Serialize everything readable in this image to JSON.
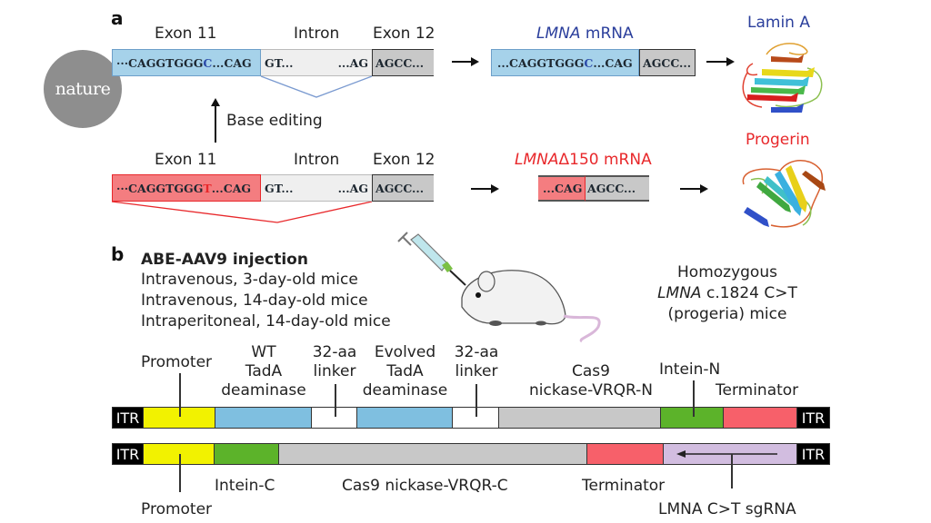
{
  "logo": {
    "text": "nature"
  },
  "panel_a": {
    "letter": "a",
    "wt_gene": {
      "exon11_label": "Exon 11",
      "intron_label": "Intron",
      "exon12_label": "Exon 12",
      "exon11_seq_prefix": "···CAGGTGGG",
      "exon11_seq_base": "C",
      "exon11_seq_suffix": "...CAG",
      "intron_seq_start": "GT...",
      "intron_seq_end": "...AG",
      "exon12_seq": "AGCC..."
    },
    "wt_mrna": {
      "label_italic": "LMNA",
      "label_rest": " mRNA",
      "seq_prefix": "...CAGGTGGG",
      "seq_base": "C",
      "seq_suffix": "...CAG",
      "exon12_seq": "AGCC..."
    },
    "wt_protein": {
      "label": "Lamin A"
    },
    "base_editing_label": "Base editing",
    "mut_gene": {
      "exon11_label": "Exon 11",
      "intron_label": "Intron",
      "exon12_label": "Exon 12",
      "exon11_seq_prefix": "···CAGGTGGG",
      "exon11_seq_base": "T",
      "exon11_seq_suffix": "...CAG",
      "intron_seq_start": "GT...",
      "intron_seq_end": "...AG",
      "exon12_seq": "AGCC..."
    },
    "mut_mrna": {
      "label_italic": "LMNA",
      "label_rest": "Δ150 mRNA",
      "seq_exon11": "...CAG",
      "seq_exon12": "AGCC..."
    },
    "mut_protein": {
      "label": "Progerin"
    }
  },
  "panel_b": {
    "letter": "b",
    "injection": {
      "title": "ABE-AAV9 injection",
      "lines": [
        "Intravenous, 3-day-old mice",
        "Intravenous, 14-day-old mice",
        "Intraperitoneal, 14-day-old mice"
      ]
    },
    "mice": {
      "line1": "Homozygous",
      "line2_italic": "LMNA",
      "line2_rest": " c.1824 C>T",
      "line3": "(progeria) mice"
    },
    "construct_n": {
      "labels": {
        "promoter": "Promoter",
        "wt_tada": [
          "WT",
          "TadA",
          "deaminase"
        ],
        "linker1": [
          "32-aa",
          "linker"
        ],
        "evolved_tada": [
          "Evolved",
          "TadA",
          "deaminase"
        ],
        "linker2": [
          "32-aa",
          "linker"
        ],
        "cas9": [
          "Cas9",
          "nickase-VRQR-N"
        ],
        "intein_n": "Intein-N",
        "terminator": "Terminator"
      },
      "itr_left": "ITR",
      "itr_right": "ITR"
    },
    "construct_c": {
      "labels": {
        "intein_c": "Intein-C",
        "cas9": "Cas9 nickase-VRQR-C",
        "terminator": "Terminator",
        "promoter": "Promoter",
        "sgrna": "LMNA C>T sgRNA"
      },
      "itr_left": "ITR",
      "itr_right": "ITR"
    }
  },
  "colors": {
    "exon11_wt": "#a6d2ea",
    "exon11_mut": "#f47d80",
    "intron": "#efefef",
    "exon12": "#c8c8c8",
    "wt_label": "#2b3f9c",
    "mut_label": "#e8282b",
    "promoter": "#f2f200",
    "tada": "#7fbfe0",
    "linker": "#ffffff",
    "cas9": "#c8c8c8",
    "intein": "#5cb32a",
    "terminator": "#f7606a",
    "sgrna": "#d2bde0",
    "itr": "#000000"
  }
}
